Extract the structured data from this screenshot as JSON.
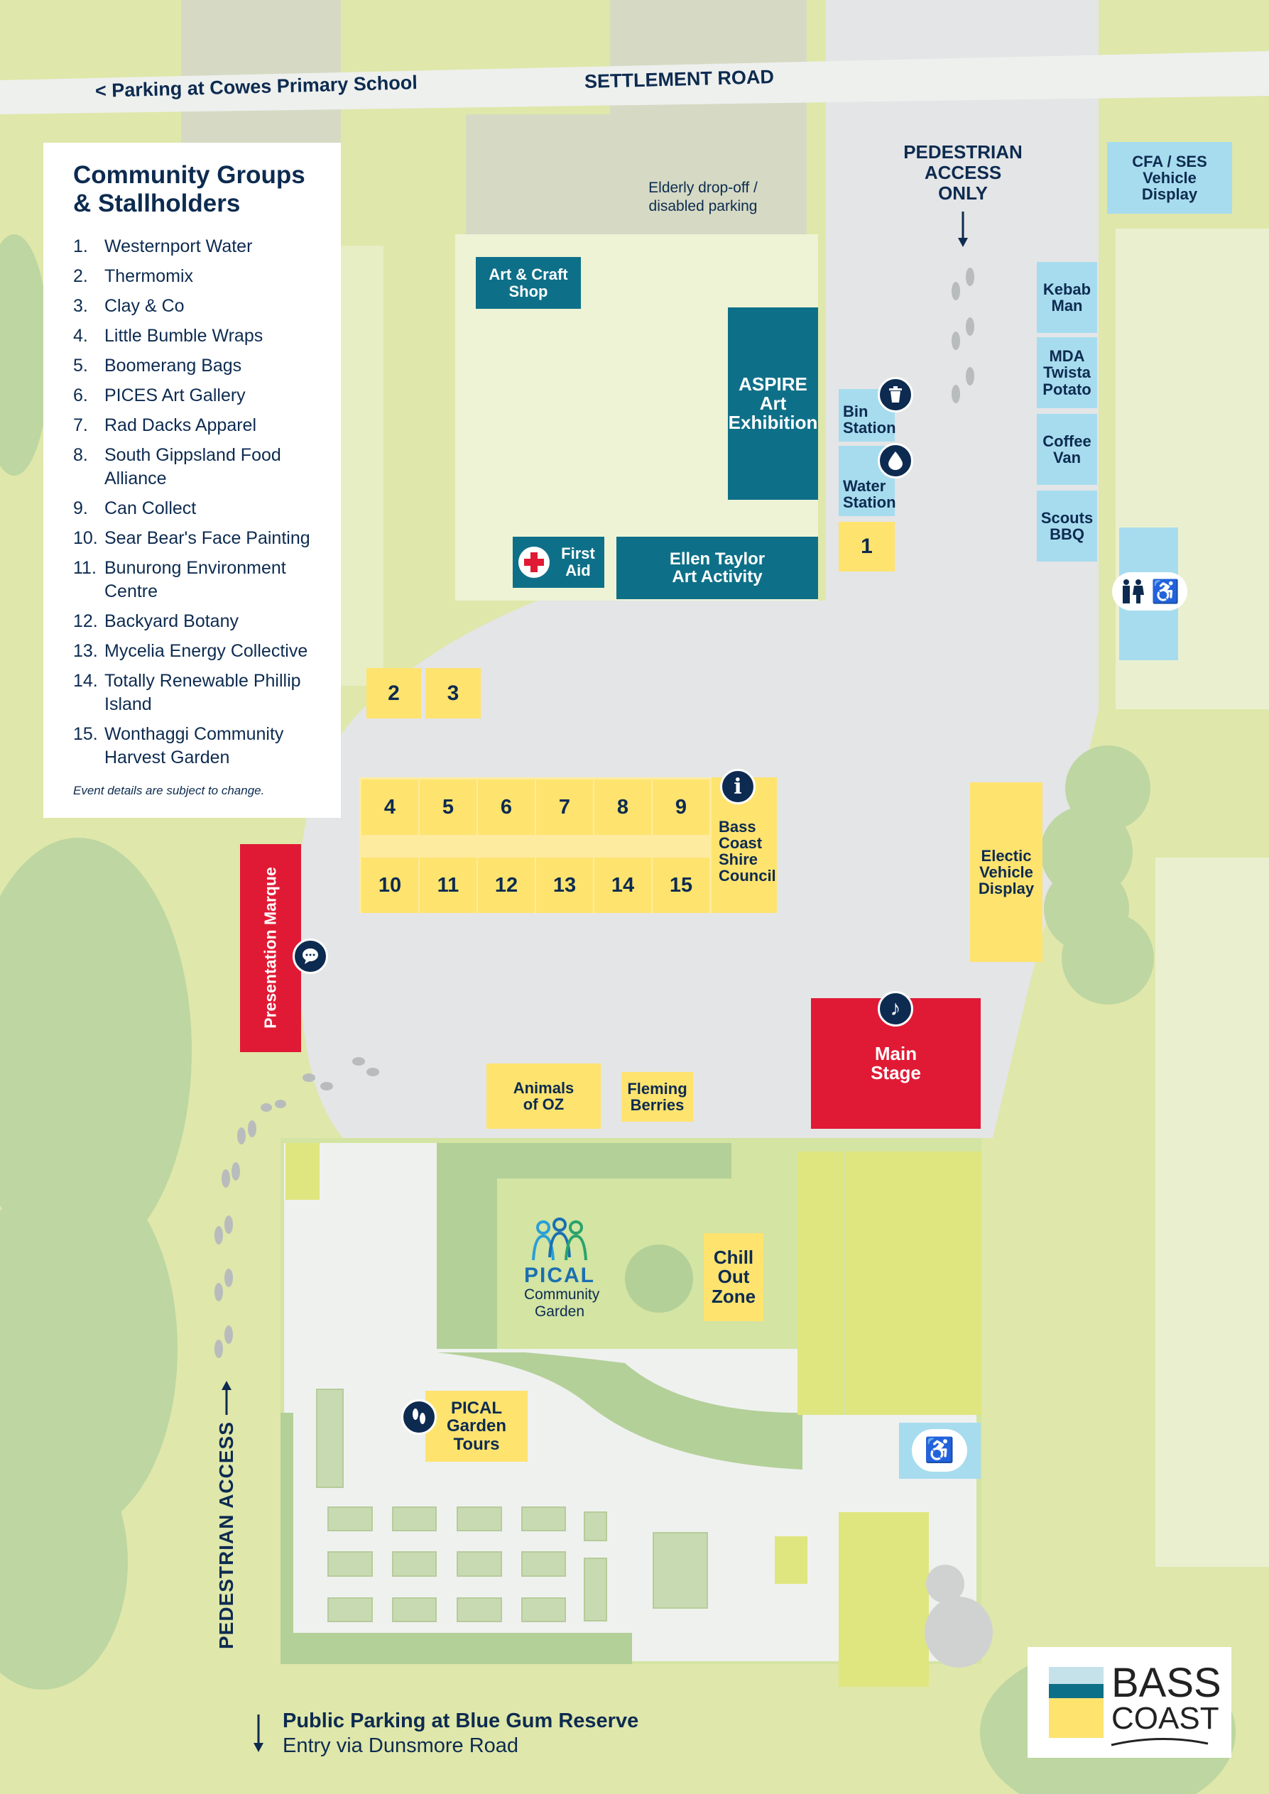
{
  "road": {
    "parking_label": "< Parking at Cowes Primary School",
    "road_name": "SETTLEMENT ROAD"
  },
  "legend": {
    "title_line1": "Community Groups",
    "title_line2": "& Stallholders",
    "items": [
      {
        "n": "1.",
        "label": "Westernport Water"
      },
      {
        "n": "2.",
        "label": "Thermomix"
      },
      {
        "n": "3.",
        "label": "Clay & Co"
      },
      {
        "n": "4.",
        "label": "Little Bumble Wraps"
      },
      {
        "n": "5.",
        "label": "Boomerang Bags"
      },
      {
        "n": "6.",
        "label": "PICES Art Gallery"
      },
      {
        "n": "7.",
        "label": "Rad Dacks Apparel"
      },
      {
        "n": "8.",
        "label": "South Gippsland Food Alliance"
      },
      {
        "n": "9.",
        "label": "Can Collect"
      },
      {
        "n": "10.",
        "label": "Sear Bear's Face Painting"
      },
      {
        "n": "11.",
        "label": "Bunurong Environment Centre"
      },
      {
        "n": "12.",
        "label": "Backyard Botany"
      },
      {
        "n": "13.",
        "label": "Mycelia Energy Collective"
      },
      {
        "n": "14.",
        "label": "Totally Renewable Phillip Island"
      },
      {
        "n": "15.",
        "label": "Wonthaggi Community Harvest Garden"
      }
    ],
    "note": "Event details are subject to change."
  },
  "areas": {
    "elderly": "Elderly drop-off / disabled parking",
    "pedestrian_only": "PEDESTRIAN ACCESS ONLY",
    "cfa": "CFA / SES Vehicle Display",
    "art_craft": "Art & Craft Shop",
    "aspire": "ASPIRE Art Exhibition",
    "bin": "Bin Station",
    "water": "Water Station",
    "kebab": "Kebab Man",
    "mda": "MDA Twista Potato",
    "coffee": "Coffee Van",
    "scouts": "Scouts BBQ",
    "first_aid": "First Aid",
    "ellen": "Ellen Taylor Art Activity",
    "council": "Bass Coast Shire Council",
    "ev": "Electic Vehicle Display",
    "marque": "Presentation Marque",
    "main_stage": "Main Stage",
    "animals": "Animals of OZ",
    "fleming": "Fleming Berries",
    "pical": "PICAL",
    "pical_sub": "Community Garden",
    "chill": "Chill Out Zone",
    "tours": "PICAL Garden Tours",
    "pedestrian_access": "PEDESTRIAN ACCESS",
    "public_parking": "Public Parking at Blue Gum Reserve",
    "entry": "Entry via Dunsmore Road"
  },
  "stalls": {
    "s1": "1",
    "s2": "2",
    "s3": "3",
    "row1": [
      "4",
      "5",
      "6",
      "7",
      "8",
      "9"
    ],
    "row2": [
      "10",
      "11",
      "12",
      "13",
      "14",
      "15"
    ]
  },
  "logo": {
    "line1": "BASS",
    "line2": "COAST"
  },
  "icons": {
    "info": "i",
    "music": "♪",
    "wheelchair": "♿"
  },
  "colors": {
    "teal": "#0e7088",
    "light_blue": "#a7dcef",
    "yellow": "#fee36f",
    "red": "#e01a35",
    "navy": "#0d2b50",
    "grass": "#dfe7aa"
  }
}
